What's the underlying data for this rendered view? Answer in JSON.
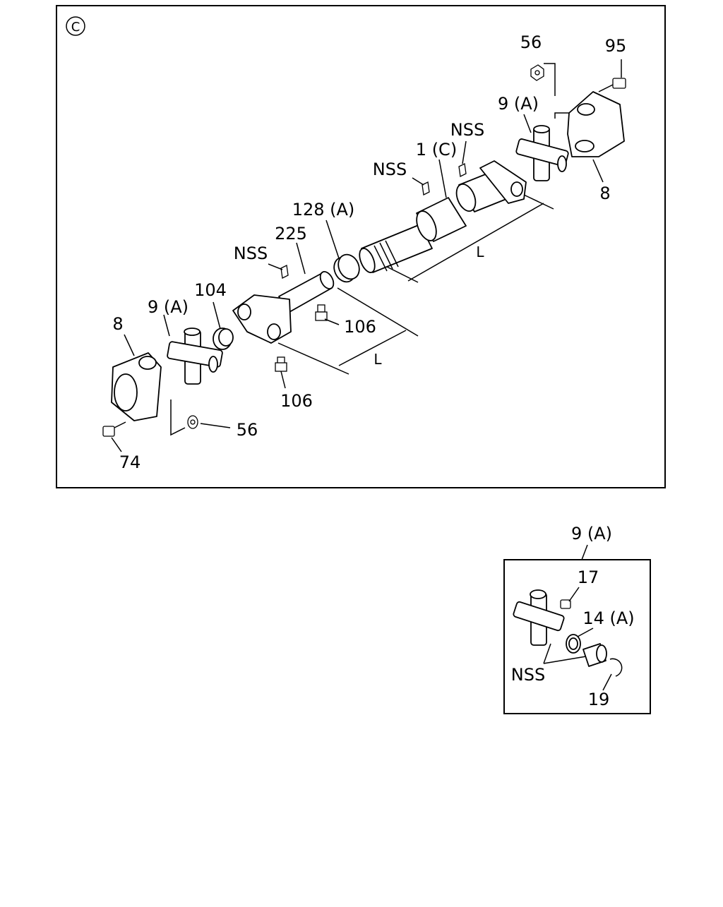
{
  "section_mark": "C",
  "labels": {
    "l56_top": "56",
    "l95": "95",
    "l9a_top": "9 (A)",
    "l8_right": "8",
    "lnss_1": "NSS",
    "l1c": "1 (C)",
    "lnss_2": "NSS",
    "l128a": "128 (A)",
    "l225": "225",
    "lnss_3": "NSS",
    "l104": "104",
    "l9a_left": "9 (A)",
    "l8_left": "8",
    "l106_right": "106",
    "l106_bottom": "106",
    "l56_bottom": "56",
    "l74": "74",
    "dim_l_upper": "L",
    "dim_l_lower": "L"
  },
  "detail": {
    "title": "9 (A)",
    "l17": "17",
    "l14a": "14 (A)",
    "lnss": "NSS",
    "l19": "19"
  }
}
